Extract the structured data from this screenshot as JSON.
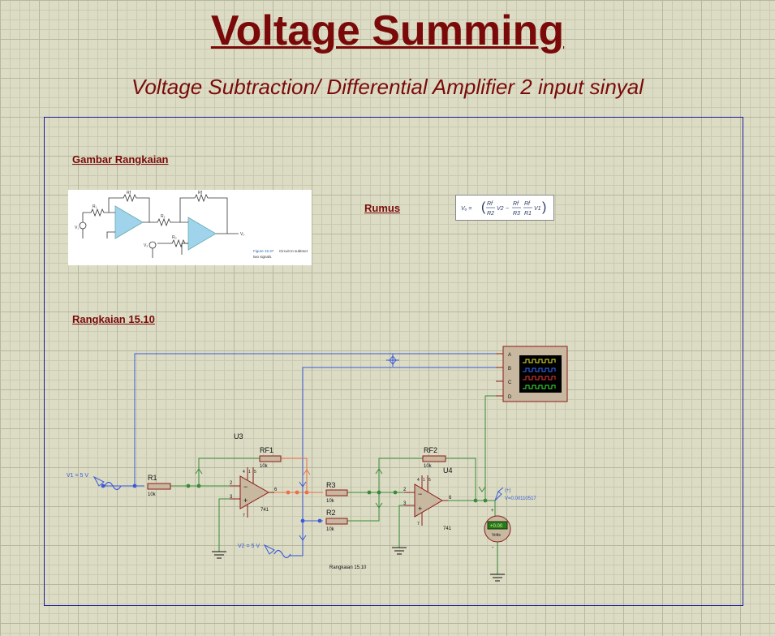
{
  "title": "Voltage Summing",
  "subtitle": "Voltage Subtraction/ Differential Amplifier 2 input sinyal",
  "sections": {
    "gambar": "Gambar Rangkaian",
    "rumus": "Rumus",
    "rangkaian": "Rangkaian 15.10"
  },
  "figure": {
    "caption_num": "Figure 15.37",
    "caption_text": "Circuit to subtract",
    "caption_text2": "two signals.",
    "labels": {
      "r1": "R₁",
      "rf": "Rf",
      "r2": "R₂",
      "r3": "R₃",
      "v1": "V₁",
      "v2": "V₂",
      "vo": "V₀"
    }
  },
  "formula": {
    "vo": "Vₒ =",
    "t1n": "Rf",
    "t1d": "R2",
    "v2": "V2",
    "t2n": "Rf",
    "t2d": "R3",
    "t3n": "Rf",
    "t3d": "R1",
    "v1": "V1"
  },
  "circuit": {
    "sources": {
      "v1": "V1 = 5 V",
      "v2": "V2 = 5 V"
    },
    "r1": {
      "name": "R1",
      "value": "10k"
    },
    "rf1": {
      "name": "RF1",
      "value": "10k"
    },
    "r3": {
      "name": "R3",
      "value": "10k"
    },
    "r2": {
      "name": "R2",
      "value": "10k"
    },
    "rf2": {
      "name": "RF2",
      "value": "10k"
    },
    "u3": {
      "name": "U3",
      "part": "741"
    },
    "u4": {
      "name": "U4",
      "part": "741"
    },
    "pins": {
      "p2": "2",
      "p3": "3",
      "p6": "6",
      "p7": "7",
      "p4": "4",
      "p1": "1",
      "p5": "5"
    },
    "probe": {
      "plus": "(+)",
      "value": "V=0.00110517"
    },
    "voltmeter": {
      "display": "+0.00",
      "unit": "Volts",
      "plus": "+",
      "minus": "-"
    },
    "scope_channels": [
      "A",
      "B",
      "C",
      "D"
    ],
    "caption": "Rangkaian 15.10"
  },
  "colors": {
    "title": "#7a0a0a",
    "wire_green": "#3a8a3a",
    "wire_blue": "#3a5ad8",
    "wire_orange": "#e8704a",
    "component": "#8b1a1a"
  }
}
